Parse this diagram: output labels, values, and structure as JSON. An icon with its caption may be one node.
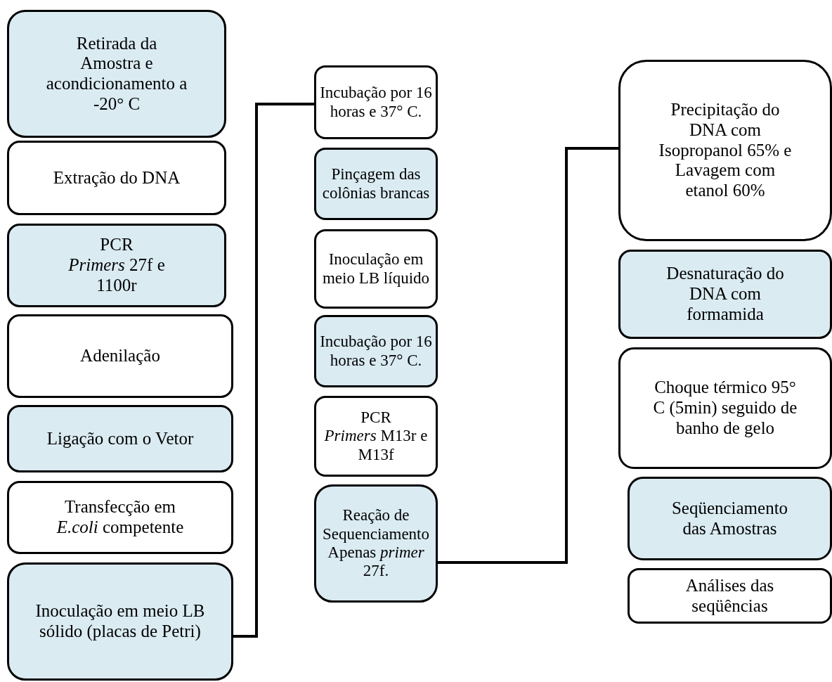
{
  "diagram": {
    "nodes": [
      {
        "text": [
          "Retirada da Amostra e acondicionamento a -20° C"
        ]
      },
      {
        "text": [
          "Extração do DNA"
        ]
      },
      {
        "text": [
          "PCR",
          "*Primers*  27f e 1100r"
        ]
      },
      {
        "text": [
          "Adenilação"
        ]
      },
      {
        "text": [
          "Ligação com o Vetor"
        ]
      },
      {
        "text": [
          "Transfecção em *E.coli* competente"
        ]
      },
      {
        "text": [
          "Inoculação em meio LB sólido (placas de Petri)"
        ]
      },
      {
        "text": [
          "Incubação por 16 horas e 37° C."
        ]
      },
      {
        "text": [
          "Pinçagem das colônias brancas"
        ]
      },
      {
        "text": [
          "Inoculação em meio LB  líquido"
        ]
      },
      {
        "text": [
          "Incubação por 16 horas e 37° C."
        ]
      },
      {
        "text": [
          "PCR",
          "*Primers*  M13r e M13f"
        ]
      },
      {
        "text": [
          "Reação de Sequenciamento Apenas *primer* 27f."
        ]
      },
      {
        "text": [
          "Precipitação do DNA com Isopropanol 65% e Lavagem com etanol 60%"
        ]
      },
      {
        "text": [
          "Desnaturação do DNA com formamida"
        ]
      },
      {
        "text": [
          "Choque térmico 95° C (5min) seguido de banho de gelo"
        ]
      },
      {
        "text": [
          "Seqüenciamento das Amostras"
        ]
      },
      {
        "text": [
          "Análises das seqüências"
        ]
      }
    ],
    "edges": [
      {
        "from": 6,
        "to": 7,
        "arrow": "none"
      },
      {
        "from": 12,
        "to": 13,
        "arrow": "none"
      }
    ]
  }
}
